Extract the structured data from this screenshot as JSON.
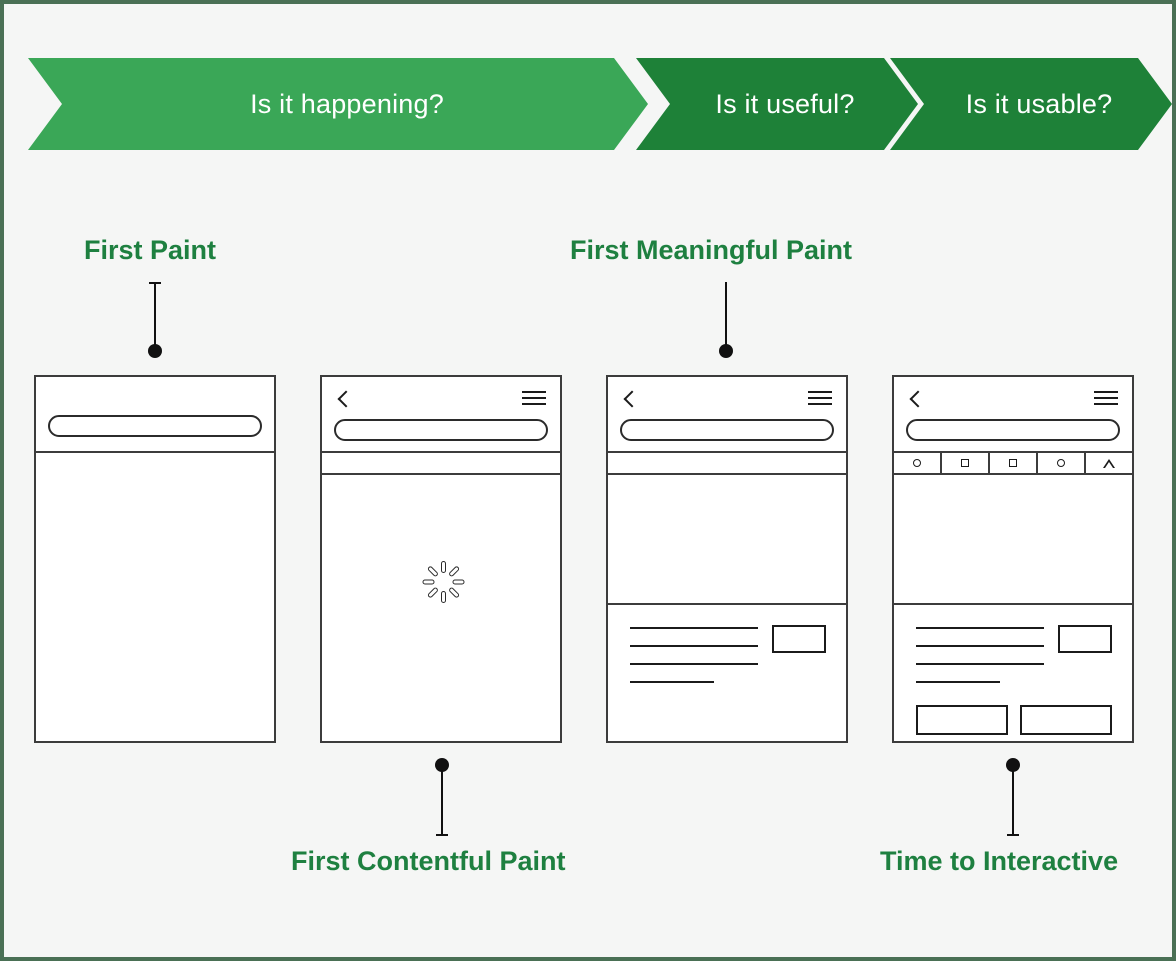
{
  "banner": {
    "segments": [
      {
        "label": "Is it happening?",
        "color": "#3aa757"
      },
      {
        "label": "Is it useful?",
        "color": "#1e8138"
      },
      {
        "label": "Is it usable?",
        "color": "#1e8138"
      }
    ]
  },
  "metrics": [
    {
      "key": "first-paint",
      "label": "First Paint",
      "color": "#1e8040",
      "position": "above",
      "phone": 1
    },
    {
      "key": "first-contentful-paint",
      "label": "First Contentful Paint",
      "color": "#1e8040",
      "position": "below",
      "phone": 2
    },
    {
      "key": "first-meaningful-paint",
      "label": "First Meaningful Paint",
      "color": "#1e8040",
      "position": "above",
      "phone": 3
    },
    {
      "key": "time-to-interactive",
      "label": "Time to Interactive",
      "color": "#1e8040",
      "position": "below",
      "phone": 4
    }
  ],
  "phones": [
    {
      "name": "first-paint-mockup",
      "has_back": false,
      "has_menu": false,
      "has_urlbar": true,
      "has_toolbar": false,
      "has_spinner": false,
      "has_text_lines": false,
      "has_image_box": false,
      "has_buttons": false
    },
    {
      "name": "first-contentful-paint-mockup",
      "has_back": true,
      "has_menu": true,
      "has_urlbar": true,
      "has_toolbar": false,
      "has_spinner": true,
      "has_text_lines": false,
      "has_image_box": false,
      "has_buttons": false
    },
    {
      "name": "first-meaningful-paint-mockup",
      "has_back": true,
      "has_menu": true,
      "has_urlbar": true,
      "has_toolbar": false,
      "has_spinner": false,
      "has_text_lines": true,
      "has_image_box": true,
      "has_buttons": false
    },
    {
      "name": "time-to-interactive-mockup",
      "has_back": true,
      "has_menu": true,
      "has_urlbar": true,
      "has_toolbar": true,
      "has_spinner": false,
      "has_text_lines": true,
      "has_image_box": true,
      "has_buttons": true
    }
  ],
  "toolbar_icons": [
    "circle-icon",
    "square-icon",
    "square-icon",
    "circle-icon",
    "triangle-icon"
  ],
  "theme": {
    "background": "#f5f6f5",
    "border": "#4a7055",
    "mockup_stroke": "#3c3c3c",
    "connector": "#111111"
  }
}
